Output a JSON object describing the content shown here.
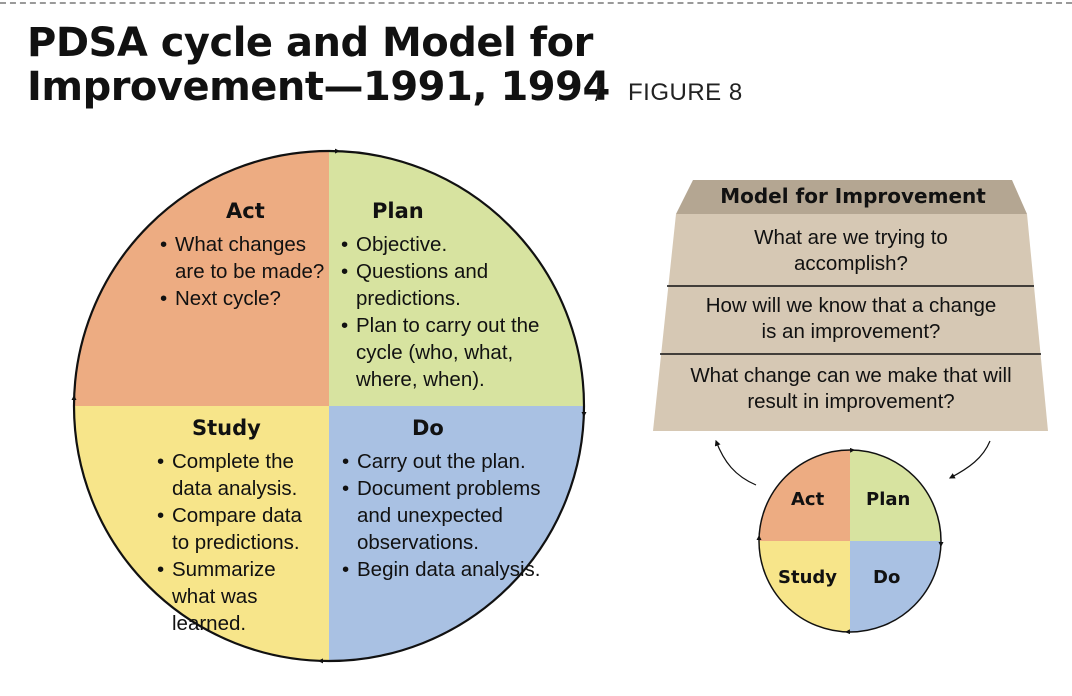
{
  "header": {
    "title_line1": "PDSA cycle and Model for",
    "title_line2": "Improvement—1991, 1994",
    "separator": "/",
    "figure_label": "FIGURE 8"
  },
  "pdsa_cycle": {
    "act": {
      "heading": "Act",
      "bullets": [
        "What changes are to be made?",
        "Next cycle?"
      ]
    },
    "plan": {
      "heading": "Plan",
      "bullets": [
        "Objective.",
        "Questions and predictions.",
        "Plan to carry out the cycle (who, what, where, when)."
      ]
    },
    "study": {
      "heading": "Study",
      "bullets": [
        "Complete the data analysis.",
        "Compare data to predictions.",
        "Summarize what was learned."
      ]
    },
    "do": {
      "heading": "Do",
      "bullets": [
        "Carry out the plan.",
        "Document problems and unexpected observations.",
        "Begin data analysis."
      ]
    }
  },
  "model_for_improvement": {
    "title": "Model for Improvement",
    "questions": [
      "What are we trying to accomplish?",
      "How will we know that a change is an improvement?",
      "What change can we make that will result in improvement?"
    ],
    "small_cycle": {
      "act": "Act",
      "plan": "Plan",
      "study": "Study",
      "do": "Do"
    }
  },
  "colors": {
    "act": "#EDAC82",
    "plan": "#D7E3A0",
    "study": "#F7E58A",
    "do": "#A9C1E3",
    "trapezoid_body": "#D6C8B4",
    "trapezoid_header": "#B4A692"
  }
}
